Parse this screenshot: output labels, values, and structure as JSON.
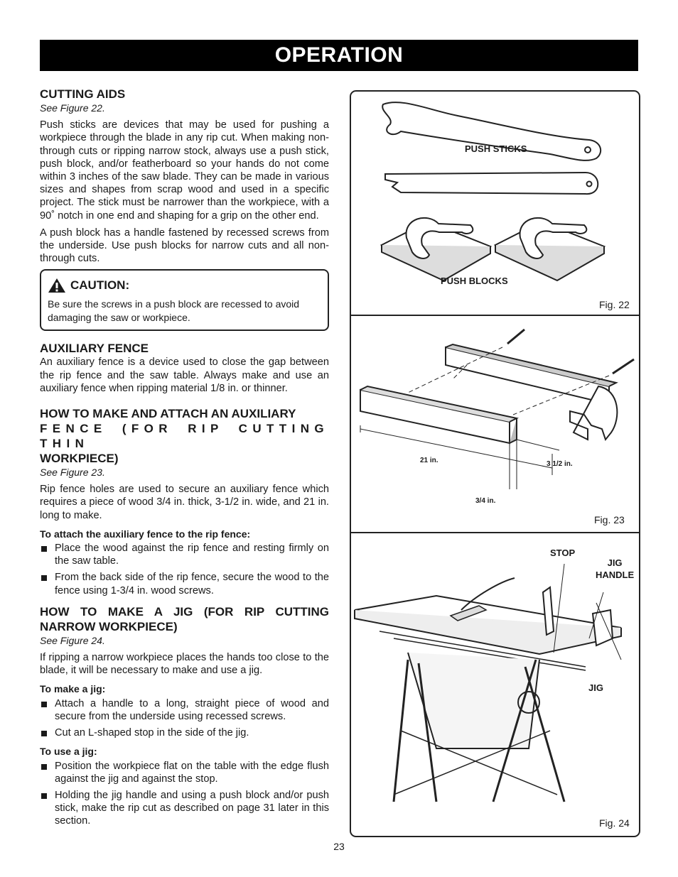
{
  "header": {
    "title": "OPERATION"
  },
  "cutting_aids": {
    "heading": "CUTTING AIDS",
    "see": "See Figure 22.",
    "p1": "Push sticks are devices that may be used for pushing a workpiece through the blade in any rip cut. When making non-through cuts or ripping narrow stock, always use a push stick, push block, and/or featherboard so your hands do not come within 3 inches of the saw blade. They can be made in various sizes and shapes from scrap wood and used in a specific project. The stick must be narrower than the workpiece, with a 90˚ notch in one end and shaping for a grip on the other end.",
    "p2": "A push block has a handle fastened by recessed screws from the underside. Use push blocks for narrow cuts and all non-through cuts."
  },
  "caution": {
    "title": "CAUTION:",
    "text": "Be sure the screws in a push block are recessed to avoid damaging the saw or workpiece."
  },
  "aux_fence": {
    "heading": "AUXILIARY FENCE",
    "p1": "An auxiliary fence is a device used to close the gap between the rip fence and the saw table. Always make and use an auxiliary fence when ripping material 1/8 in. or thinner."
  },
  "make_aux": {
    "heading_line1": "HOW TO MAKE AND ATTACH AN AUXILIARY",
    "heading_line2": "FENCE (FOR RIP CUTTING THIN",
    "heading_line3": "WORKPIECE)",
    "see": "See Figure 23.",
    "p1": "Rip fence holes are used to secure an auxiliary fence which requires a piece of wood 3/4 in. thick, 3-1/2 in. wide, and 21 in. long to make.",
    "sub": "To attach the auxiliary fence to the rip fence:",
    "bullets": [
      "Place the wood against the rip fence and resting firmly on the saw table.",
      "From the back side of the rip fence, secure the wood to the fence using 1-3/4 in. wood screws."
    ]
  },
  "make_jig": {
    "heading": "HOW TO MAKE A JIG (FOR RIP CUTTING NARROW WORKPIECE)",
    "see": "See Figure 24.",
    "p1": "If ripping a narrow workpiece places the hands too close to the blade, it will be necessary to make and use a jig.",
    "sub1": "To make a jig:",
    "bullets1": [
      "Attach a handle to a long, straight piece of wood and secure from the underside using recessed screws.",
      "Cut an L-shaped stop in the side of the jig."
    ],
    "sub2": "To use a jig:",
    "bullets2": [
      "Position the workpiece flat on the table with the edge flush against the jig and against the stop.",
      "Holding the jig handle and using a push block and/or push stick, make the rip cut as described on page 31 later in this section."
    ]
  },
  "figures": {
    "fig22": {
      "label": "Fig. 22",
      "push_sticks": "PUSH STICKS",
      "push_blocks": "PUSH BLOCKS"
    },
    "fig23": {
      "label": "Fig. 23",
      "length": "21 in.",
      "height": "3 1/2 in.",
      "thickness": "3/4 in."
    },
    "fig24": {
      "label": "Fig. 24",
      "stop": "STOP",
      "jig_handle_1": "JIG",
      "jig_handle_2": "HANDLE",
      "jig": "JIG"
    }
  },
  "page_number": "23"
}
